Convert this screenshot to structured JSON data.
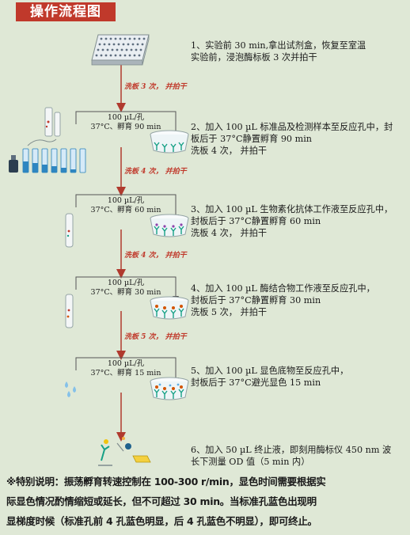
{
  "header": {
    "title": "操作流程图"
  },
  "steps": [
    {
      "lines": [
        "1、实验前 30 min,拿出试剂盒，恢复至室温",
        "实验前，浸泡酶标板 3 次并拍干"
      ]
    },
    {
      "lines": [
        "2、加入 100 µL 标准品及检测样本至反应孔中，封",
        "板后于 37°C静置孵育 90 min",
        "洗板 4 次，  并拍干"
      ],
      "cond": [
        "100 µL/孔",
        "37°C、孵育 90 min"
      ]
    },
    {
      "lines": [
        "3、加入 100 µL 生物素化抗体工作液至反应孔中，",
        "封板后于 37°C静置孵育 60 min",
        "洗板 4 次，  并拍干"
      ],
      "cond": [
        "100 µL/孔",
        "37°C、孵育 60 min"
      ]
    },
    {
      "lines": [
        "4、加入 100 µL 酶结合物工作液至反应孔中，",
        "封板后于 37°C静置孵育 30 min",
        "洗板 5 次，  并拍干"
      ],
      "cond": [
        "100 µL/孔",
        "37°C、孵育 30 min"
      ]
    },
    {
      "lines": [
        "5、加入 100 µL 显色底物至反应孔中，",
        "封板后于 37°C避光显色 15 min"
      ],
      "cond": [
        "100 µL/孔",
        "37°C、孵育 15 min"
      ]
    },
    {
      "lines": [
        "6、加入 50 µL 终止液，即刻用酶标仪 450 nm 波",
        "长下测量 OD 值（5 min 内）"
      ]
    }
  ],
  "washes": [
    "洗板 3 次，  并拍干",
    "洗板 4 次，  并拍干",
    "洗板 4 次，  并拍干",
    "洗板 5 次，  并拍干"
  ],
  "note": {
    "lines": [
      "※特别说明：振荡孵育转速控制在 100-300 r/min，显色时间需要根据实",
      "际显色情况酌情缩短或延长，但不可超过 30 min。当标准孔蓝色出现明",
      "显梯度时候（标准孔前 4 孔蓝色明显，后 4 孔蓝色不明显），即可终止。"
    ]
  },
  "colors": {
    "accent": "#c0392b",
    "background": "#dfe8d6",
    "arrow": "#b03a2e"
  }
}
